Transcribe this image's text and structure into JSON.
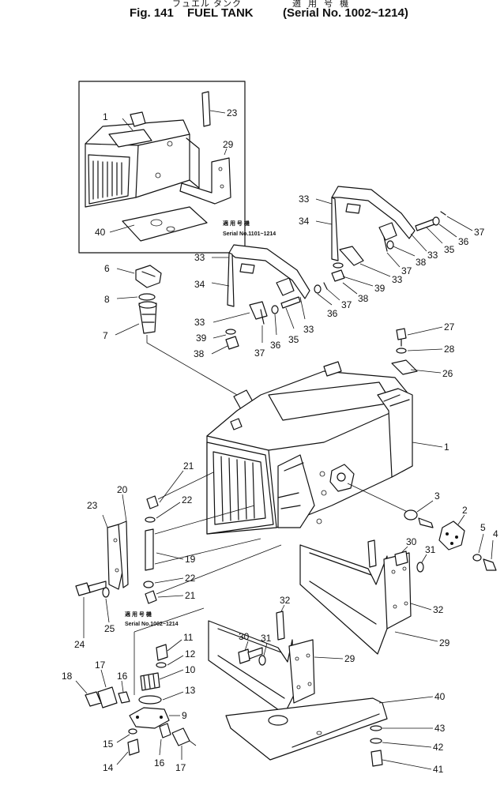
{
  "header": {
    "japanese_title": "フュエル タンク",
    "applicability_jp": "適 用 号 機",
    "figure": "Fig. 141",
    "title": "FUEL TANK",
    "serial_range": "(Serial No. 1002~1214)"
  },
  "notes": [
    {
      "jp": "適 用 号 機",
      "serial": "Serial No.1101~1214"
    },
    {
      "jp": "適 用 号 機",
      "serial": "Serial No.1002~1214"
    }
  ],
  "callouts": {
    "c23a": "23",
    "c1a": "1",
    "c29a": "29",
    "c40a": "40",
    "c33a": "33",
    "c34a": "34",
    "c37a": "37",
    "c36a": "36",
    "c35a": "35",
    "c38a": "38",
    "c33b": "33",
    "c37b": "37",
    "c39a": "39",
    "c38b": "38",
    "c33c": "33",
    "c33d": "33",
    "c34b": "34",
    "c33e": "33",
    "c39b": "39",
    "c38c": "38",
    "c37c": "37",
    "c36b": "36",
    "c35b": "35",
    "c33f": "33",
    "c36c": "36",
    "c37d": "37",
    "c6": "6",
    "c8": "8",
    "c7": "7",
    "c27": "27",
    "c28": "28",
    "c26": "26",
    "c1b": "1",
    "c3": "3",
    "c2": "2",
    "c5": "5",
    "c4": "4",
    "c21a": "21",
    "c22a": "22",
    "c20": "20",
    "c23b": "23",
    "c19": "19",
    "c22b": "22",
    "c21b": "21",
    "c24": "24",
    "c25": "25",
    "c30a": "30",
    "c31a": "31",
    "c32a": "32",
    "c29b": "29",
    "c30b": "30",
    "c31b": "31",
    "c32b": "32",
    "c29c": "29",
    "c11": "11",
    "c12": "12",
    "c10": "10",
    "c13": "13",
    "c9": "9",
    "c18": "18",
    "c17a": "17",
    "c16a": "16",
    "c15": "15",
    "c14": "14",
    "c16b": "16",
    "c17b": "17",
    "c40b": "40",
    "c43": "43",
    "c42": "42",
    "c41": "41"
  }
}
